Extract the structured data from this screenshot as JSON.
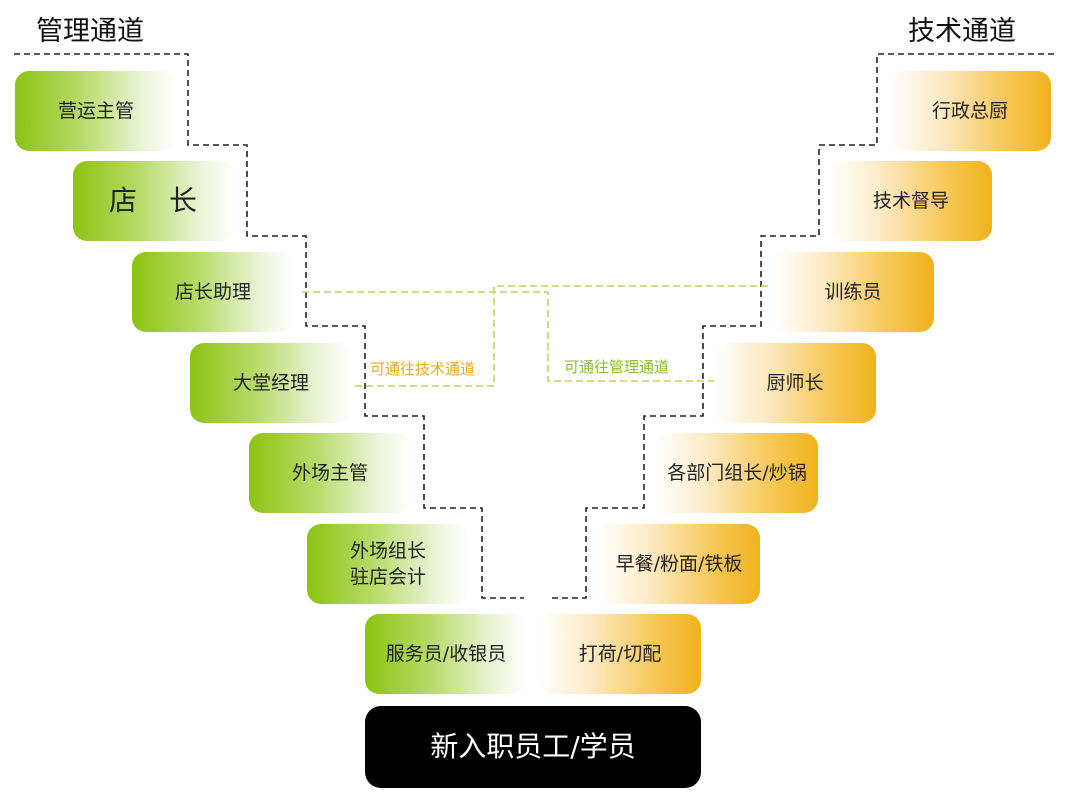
{
  "titles": {
    "management": "管理通道",
    "technical": "技术通道"
  },
  "management_track": [
    {
      "label": "营运主管"
    },
    {
      "label": "店　长"
    },
    {
      "label": "店长助理"
    },
    {
      "label": "大堂经理"
    },
    {
      "label": "外场主管"
    },
    {
      "label": "外场组长\n驻店会计"
    },
    {
      "label": "服务员/收银员"
    }
  ],
  "technical_track": [
    {
      "label": "行政总厨"
    },
    {
      "label": "技术督导"
    },
    {
      "label": "训练员"
    },
    {
      "label": "厨师长"
    },
    {
      "label": "各部门组长/炒锅"
    },
    {
      "label": "早餐/粉面/铁板"
    },
    {
      "label": "打荷/切配"
    }
  ],
  "base": {
    "label": "新入职员工/学员"
  },
  "crossovers": {
    "to_technical": "可通往技术通道",
    "to_management": "可通往管理通道"
  },
  "colors": {
    "management_green": "#8cc312",
    "technical_orange": "#f0b21c",
    "to_technical_text": "#e8a817",
    "to_management_text": "#8bbf26",
    "base_black": "#000000",
    "dash_line": "#222222"
  }
}
